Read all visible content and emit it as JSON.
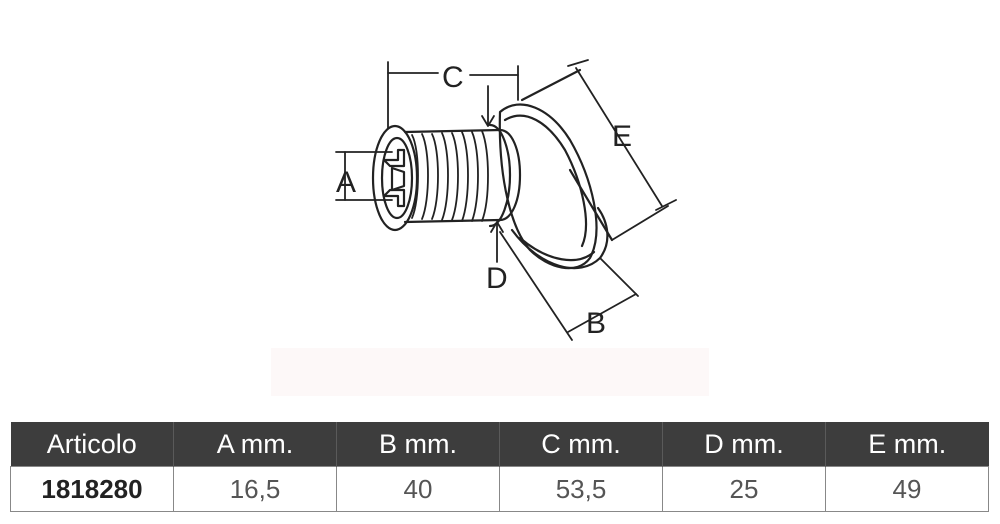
{
  "diagram": {
    "labels": {
      "a": "A",
      "b": "B",
      "c": "C",
      "d": "D",
      "e": "E"
    },
    "icon": "thru-hull-fitting-drawing"
  },
  "table": {
    "headers": [
      "Articolo",
      "A mm.",
      "B mm.",
      "C mm.",
      "D mm.",
      "E mm."
    ],
    "rows": [
      [
        "1818280",
        "16,5",
        "40",
        "53,5",
        "25",
        "49"
      ]
    ]
  },
  "colors": {
    "header_bg": "#3d3d3d",
    "header_text": "#ffffff",
    "cell_text": "#555555",
    "line": "#222222"
  }
}
